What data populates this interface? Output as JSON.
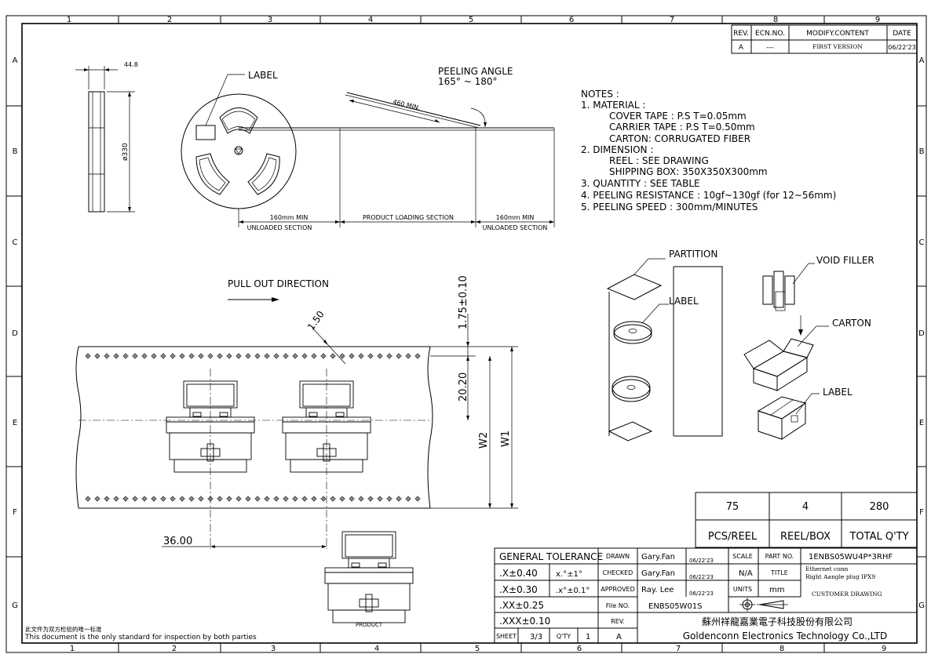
{
  "frame": {
    "col_labels": [
      "1",
      "2",
      "3",
      "4",
      "5",
      "6",
      "7",
      "8",
      "9"
    ],
    "row_labels": [
      "A",
      "B",
      "C",
      "D",
      "E",
      "F",
      "G"
    ]
  },
  "revision": {
    "headers": [
      "REV.",
      "ECN.NO.",
      "MODIFY.CONTENT",
      "DATE"
    ],
    "row": [
      "A",
      "---",
      "FIRST VERSION",
      "06/22'23"
    ]
  },
  "reel": {
    "width_dim": "44.8",
    "diameter_dim": "ø330",
    "label_callout": "LABEL"
  },
  "peeling": {
    "title": "PEELING ANGLE",
    "range": "165° ~ 180°",
    "length": "460 MIN."
  },
  "tape_sections": {
    "left_len": "160mm MIN",
    "left_name": "UNLOADED SECTION",
    "mid_name": "PRODUCT LOADING SECTION",
    "right_len": "160mm MIN",
    "right_name": "UNLOADED SECTION"
  },
  "notes": {
    "title": "NOTES :",
    "lines": [
      "1. MATERIAL :",
      "COVER TAPE : P.S T=0.05mm",
      "CARRIER TAPE : P.S T=0.50mm",
      "CARTON: CORRUGATED FIBER",
      "2. DIMENSION :",
      "REEL : SEE DRAWING",
      "SHIPPING BOX: 350X350X300mm",
      "3. QUANTITY : SEE TABLE",
      "4. PEELING RESISTANCE : 10gf~130gf (for 12~56mm)",
      "5. PEELING SPEED : 300mm/MINUTES"
    ]
  },
  "packing": {
    "partition": "PARTITION",
    "label1": "LABEL",
    "void_filler": "VOID FILLER",
    "carton": "CARTON",
    "label2": "LABEL"
  },
  "carrier": {
    "pull_out": "PULL OUT DIRECTION",
    "dim_150": "1.50",
    "dim_175": "1.75±0.10",
    "dim_2020": "20.20",
    "w2": "W2",
    "w1": "W1",
    "dim_36": "36.00",
    "product": "PRODUCT"
  },
  "quantity": {
    "values": [
      "75",
      "4",
      "280"
    ],
    "labels": [
      "PCS/REEL",
      "REEL/BOX",
      "TOTAL Q'TY"
    ]
  },
  "title_block": {
    "general_tolerance": "GENERAL TOLERANCE",
    "tol": [
      ".X±0.40",
      ".X±0.30",
      ".XX±0.25",
      ".XXX±0.10"
    ],
    "ang": [
      "x.°±1°",
      ".x°±0.1°"
    ],
    "drawn_label": "DRAWN",
    "drawn_name": "Gary.Fan",
    "drawn_date": "06/22'23",
    "checked_label": "CHECKED",
    "checked_name": "Gary.Fan",
    "checked_date": "06/22'23",
    "approved_label": "APPROVED",
    "approved_name": "Ray. Lee",
    "approved_date": "06/22'23",
    "scale_label": "SCALE",
    "scale_val": "N/A",
    "units_label": "UNITS",
    "units_val": "mm",
    "part_label": "PART NO.",
    "part_val": "1ENBS05WU4P*3RHF",
    "title_label": "TITLE",
    "title_line1": "Ethernet conn",
    "title_line2": "Right Aangle plug IPX9",
    "customer": "CUSTOMER DRAWING",
    "fileno_label": "File NO.",
    "fileno_val": "ENBS05W01S",
    "rev_label": "REV.",
    "company_cn": "蘇州祥龍嘉業電子科技股份有限公司",
    "company_en": "Goldenconn Electronics Technology Co.,LTD",
    "sheet_label": "SHEET",
    "sheet_val": "3/3",
    "qty_label": "Q'TY",
    "qty_val": "1",
    "rev_val": "A"
  },
  "footer": {
    "cn": "此文件为双方检验的唯一标准",
    "en": "This document is the only standard for inspection by both parties"
  }
}
